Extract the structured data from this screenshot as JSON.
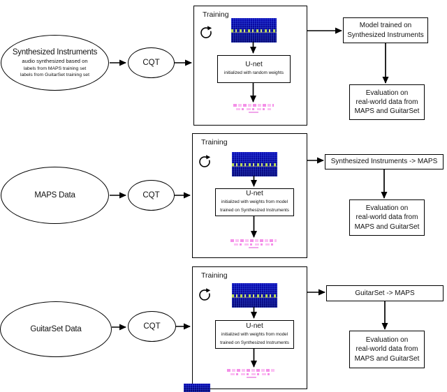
{
  "colors": {
    "line": "#000000",
    "spectrogram_blue": "#0a0ab4",
    "spectrogram_band_green": "#b6d957",
    "pianoroll_pink": "#f48fe8"
  },
  "pipeline": {
    "rows": [
      {
        "source": {
          "title": "Synthesized Instruments",
          "details": [
            "audio synthesized based on",
            "labels from MAPS training set",
            "labels from GuitarSet training set"
          ]
        },
        "transform": "CQT",
        "training": {
          "label": "Training",
          "unet": "U-net",
          "unet_note": [
            "initialized with random weights"
          ]
        },
        "result": [
          "Model trained on",
          "Synthesized Instruments"
        ],
        "evaluation": [
          "Evaluation on",
          "real-world data from",
          "MAPS and GuitarSet"
        ]
      },
      {
        "source": {
          "title": "MAPS Data",
          "details": []
        },
        "transform": "CQT",
        "training": {
          "label": "Training",
          "unet": "U-net",
          "unet_note": [
            "initialized with weights from model",
            "trained on Synthesized Instruments"
          ]
        },
        "result": [
          "Synthesized Instruments -> MAPS"
        ],
        "evaluation": [
          "Evaluation on",
          "real-world data from",
          "MAPS and GuitarSet"
        ]
      },
      {
        "source": {
          "title": "GuitarSet Data",
          "details": []
        },
        "transform": "CQT",
        "training": {
          "label": "Training",
          "unet": "U-net",
          "unet_note": [
            "initialized with weights from model",
            "trained on Synthesized Instruments"
          ]
        },
        "result": [
          "GuitarSet -> MAPS"
        ],
        "evaluation": [
          "Evaluation on",
          "real-world data from",
          "MAPS and GuitarSet"
        ]
      }
    ]
  }
}
